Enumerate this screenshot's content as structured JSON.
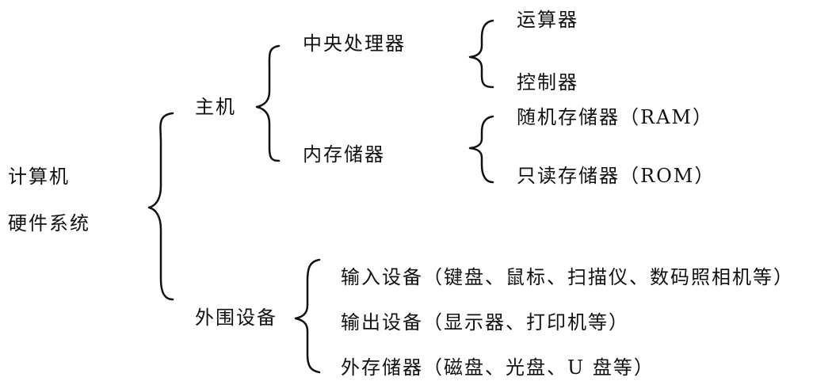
{
  "root": {
    "line1": "计算机",
    "line2": "硬件系统"
  },
  "host": {
    "label": "主机",
    "cpu": {
      "label": "中央处理器",
      "children": [
        "运算器",
        "控制器"
      ]
    },
    "memory": {
      "label": "内存储器",
      "children": [
        "随机存储器（RAM）",
        "只读存储器（ROM）"
      ]
    }
  },
  "peripherals": {
    "label": "外围设备",
    "children": [
      "输入设备（键盘、鼠标、扫描仪、数码照相机等）",
      "输出设备（显示器、打印机等）",
      "外存储器（磁盘、光盘、U 盘等）"
    ]
  }
}
